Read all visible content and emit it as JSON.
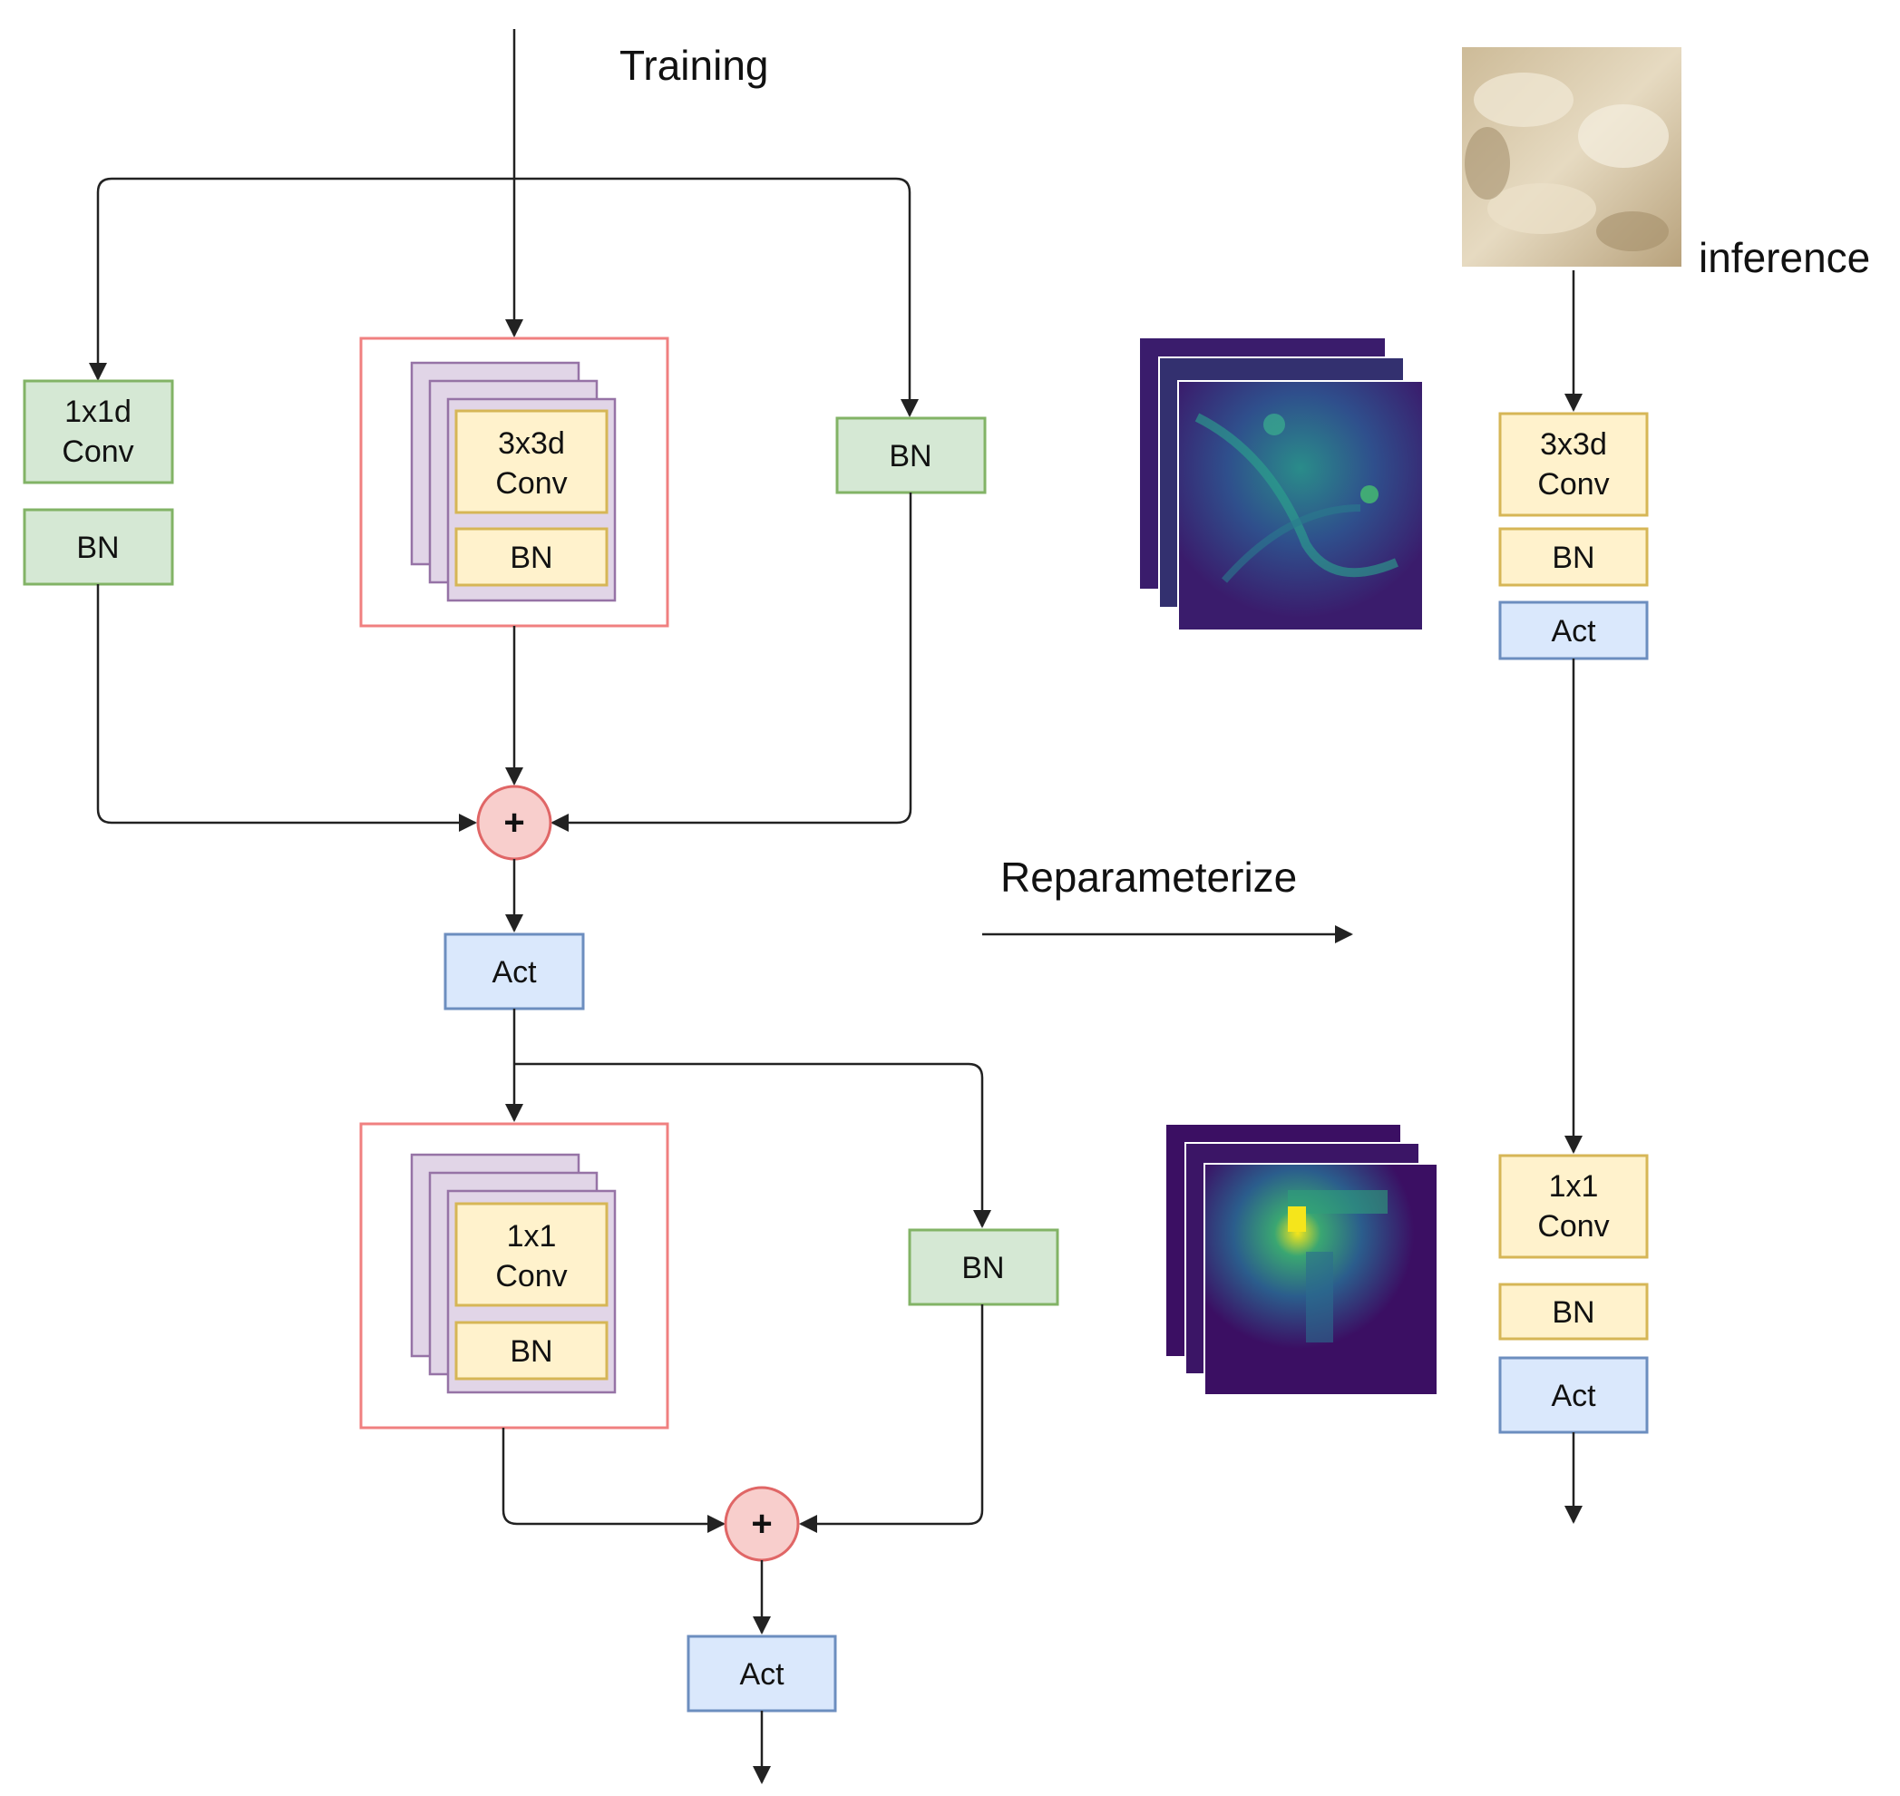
{
  "titles": {
    "training": "Training",
    "inference": "inference",
    "reparameterize": "Reparameterize"
  },
  "training_block1": {
    "left_branch": {
      "conv": [
        "1x1d",
        "Conv"
      ],
      "bn": "BN"
    },
    "center_branch": {
      "conv": [
        "3x3d",
        "Conv"
      ],
      "bn": "BN"
    },
    "right_branch": {
      "bn": "BN"
    },
    "add_symbol": "+",
    "act": "Act"
  },
  "training_block2": {
    "center_branch": {
      "conv": [
        "1x1",
        "Conv"
      ],
      "bn": "BN"
    },
    "right_branch": {
      "bn": "BN"
    },
    "add_symbol": "+",
    "act": "Act"
  },
  "inference_block": {
    "conv1": [
      "3x3d",
      "Conv"
    ],
    "bn1": "BN",
    "act1": "Act",
    "conv2": [
      "1x1",
      "Conv"
    ],
    "bn2": "BN",
    "act2": "Act"
  },
  "colors": {
    "green_fill": "#d5e8d4",
    "green_stroke": "#82b366",
    "yellow_fill": "#fff2cc",
    "yellow_stroke": "#d6b656",
    "blue_fill": "#dae8fc",
    "blue_stroke": "#6c8ebf",
    "purple_fill": "#e1d5e7",
    "purple_stroke": "#9673a6",
    "red_stroke": "#f08080",
    "add_fill": "#f8cecc",
    "add_stroke": "#e06666"
  }
}
